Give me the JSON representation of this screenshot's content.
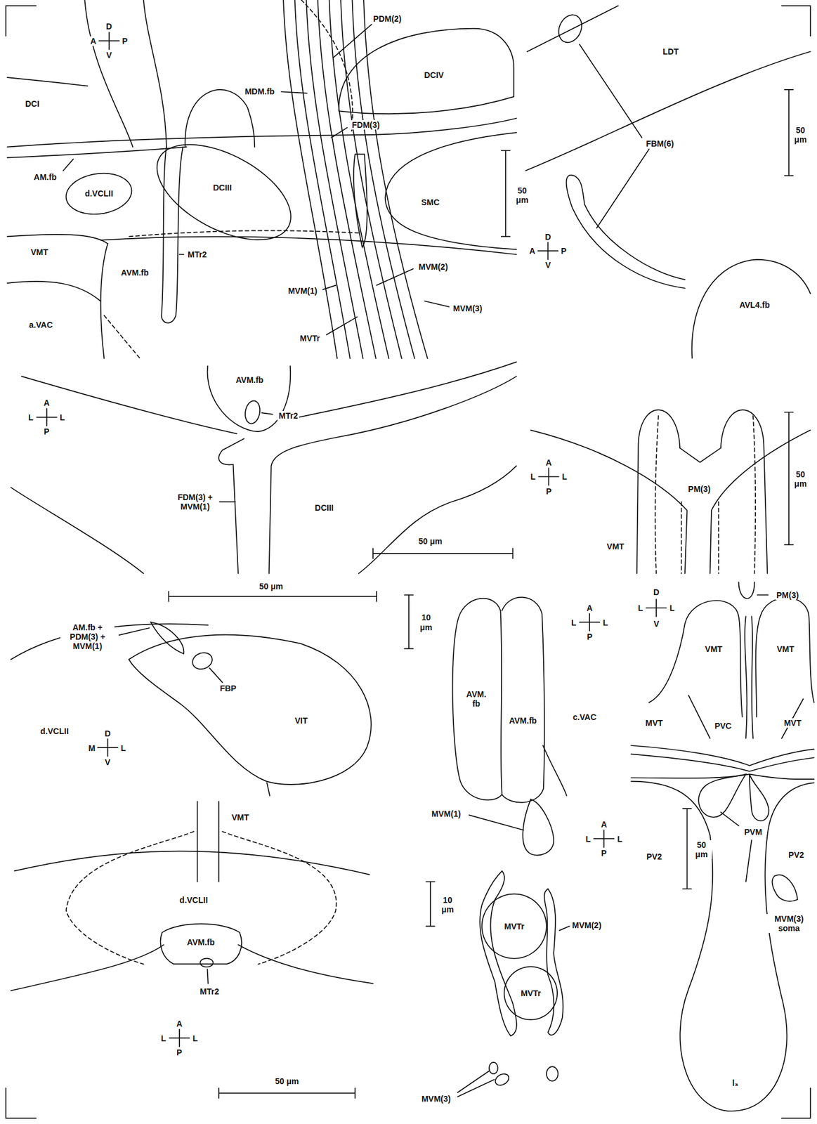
{
  "diagram": {
    "nodes": [
      {
        "text": [
          "DCIV"
        ]
      },
      {
        "text": [
          "DCIII"
        ]
      },
      {
        "text": [
          "d.VCLII"
        ]
      },
      {
        "text": [
          "AVL4.fb"
        ]
      },
      {
        "text": [
          "AVM.fb"
        ]
      },
      {
        "text": [
          "VIT"
        ]
      },
      {
        "text": [
          "AVM. fb"
        ]
      },
      {
        "text": [
          "AVM.fb"
        ]
      },
      {
        "text": [
          "AVM.fb"
        ]
      },
      {
        "text": [
          "MVTr"
        ]
      },
      {
        "text": [
          "MVTr"
        ]
      }
    ],
    "labels": [
      "D",
      "A",
      "P",
      "V",
      "PDM(2)",
      "MDM.fb",
      "DCI",
      "FDM(3)",
      "AM.fb",
      "50 μm",
      "VMT",
      "AVM.fb",
      "MTr2",
      "MVM(1)",
      "MVM(2)",
      "MVM(3)",
      "a.VAC",
      "MVTr",
      "SMC",
      "LDT",
      "FBM(6)",
      "50 μm",
      "D",
      "A",
      "P",
      "V",
      "MTr2",
      "A",
      "L",
      "L",
      "P",
      "FDM(3) + MVM(1)",
      "DCIII",
      "50 μm",
      "A",
      "L",
      "L",
      "P",
      "PM(3)",
      "VMT",
      "50 μm",
      "50 μm",
      "AM.fb + PDM(3) + MVM(1)",
      "FBP",
      "d.VCLII",
      "D",
      "M",
      "L",
      "V",
      "10 μm",
      "A",
      "L",
      "L",
      "P",
      "c.VAC",
      "VMT",
      "d.VCLII",
      "MTr2",
      "A",
      "L",
      "L",
      "P",
      "50 μm",
      "MVM(1)",
      "10 μm",
      "MVM(2)",
      "MVM(3)",
      "A",
      "L",
      "L",
      "P",
      "PM(3)",
      "D",
      "L",
      "L",
      "V",
      "VMT",
      "VMT",
      "MVT",
      "PVC",
      "MVT",
      "50 μm",
      "PV2",
      "PV2",
      "PVM",
      "MVM(3) soma",
      "l₃"
    ]
  }
}
